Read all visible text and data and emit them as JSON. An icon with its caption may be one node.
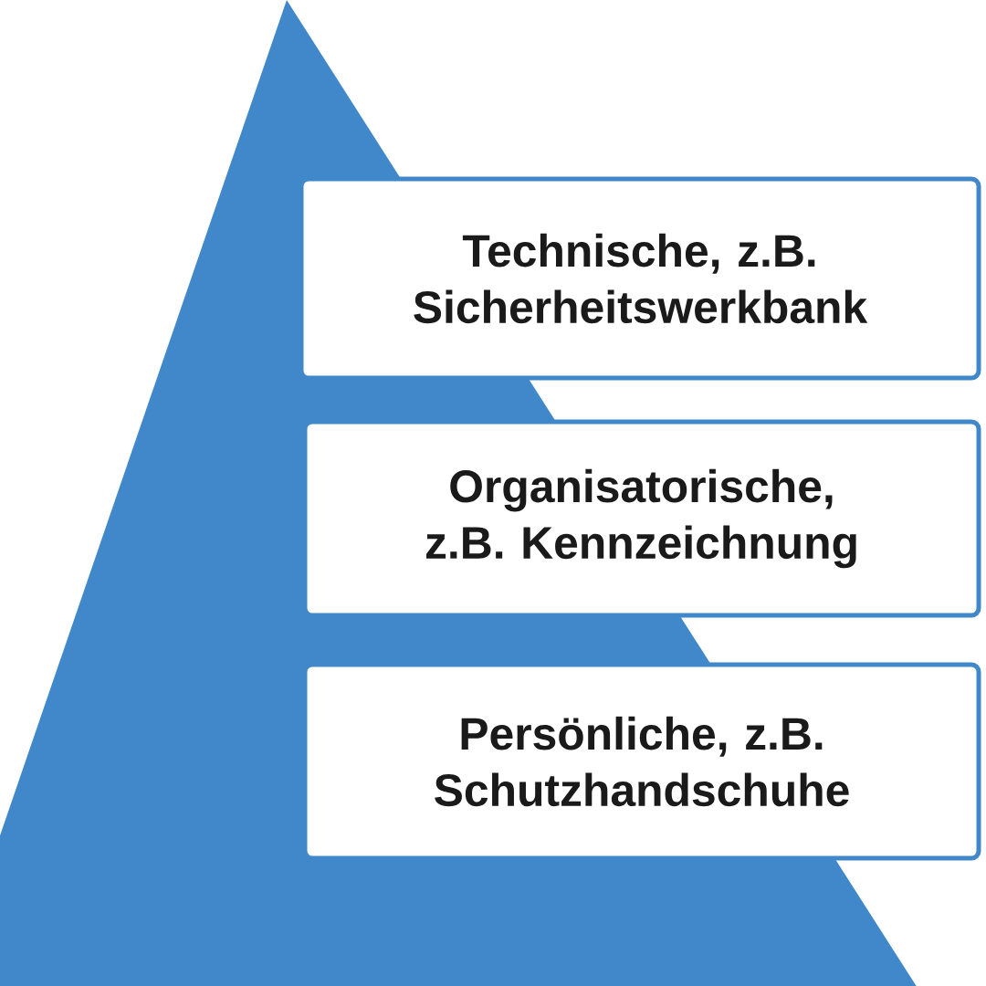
{
  "diagram": {
    "nodes": [
      {
        "text": [
          "Technische, z.B. Sicherheitswerkbank"
        ]
      },
      {
        "text": [
          "Organisatorische, z.B. Kennzeichnung"
        ]
      },
      {
        "text": [
          "Persönliche, z.B. Schutzhandschuhe"
        ]
      }
    ]
  }
}
